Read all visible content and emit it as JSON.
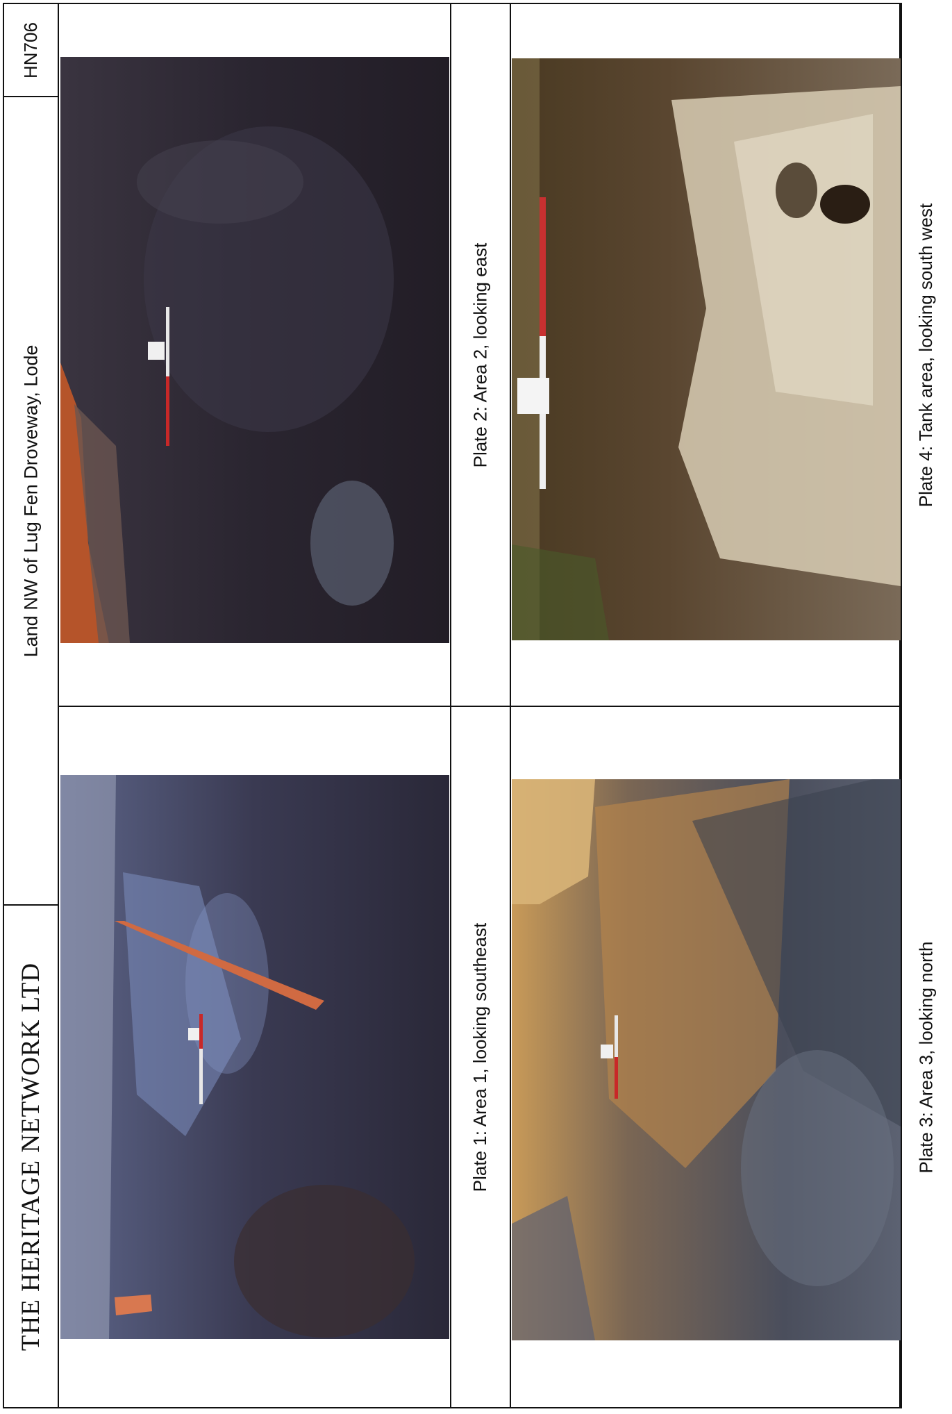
{
  "header": {
    "company": "THE HERITAGE NETWORK LTD",
    "site": "Land NW of Lug Fen Droveway, Lode",
    "ref": "HN706"
  },
  "plates": [
    {
      "caption": "Plate 1: Area 1, looking southeast"
    },
    {
      "caption": "Plate 2: Area 2, looking east"
    },
    {
      "caption": "Plate 3: Area 3, looking north"
    },
    {
      "caption": "Plate 4: Tank area, looking south west"
    }
  ]
}
